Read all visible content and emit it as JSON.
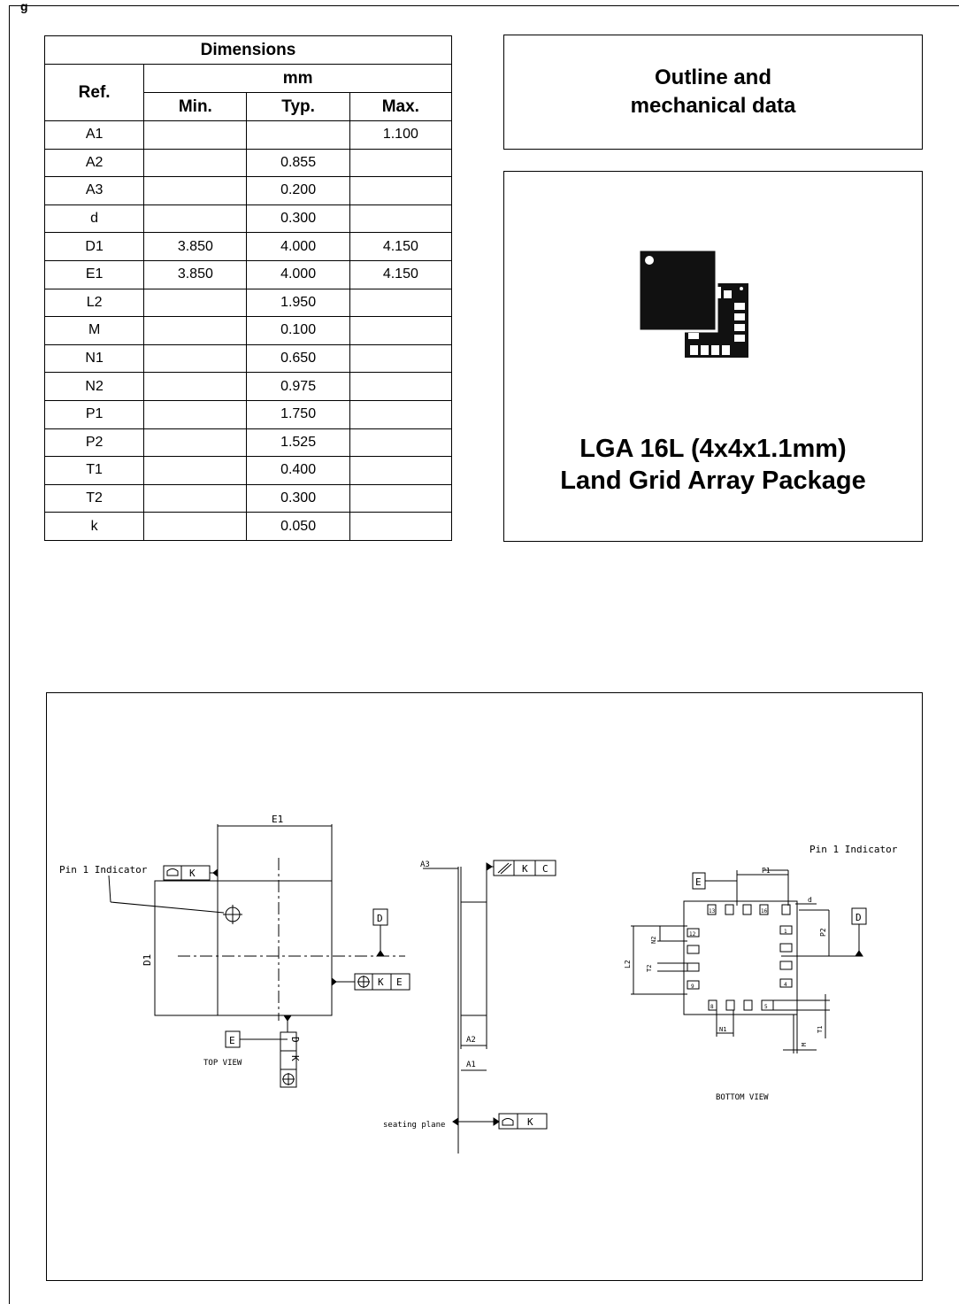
{
  "figure_title": "g",
  "table": {
    "header": "Dimensions",
    "ref_label": "Ref.",
    "unit_label": "mm",
    "col_labels": [
      "Min.",
      "Typ.",
      "Max."
    ],
    "rows": [
      {
        "ref": "A1",
        "min": "",
        "typ": "",
        "max": "1.100"
      },
      {
        "ref": "A2",
        "min": "",
        "typ": "0.855",
        "max": ""
      },
      {
        "ref": "A3",
        "min": "",
        "typ": "0.200",
        "max": ""
      },
      {
        "ref": "d",
        "min": "",
        "typ": "0.300",
        "max": ""
      },
      {
        "ref": "D1",
        "min": "3.850",
        "typ": "4.000",
        "max": "4.150"
      },
      {
        "ref": "E1",
        "min": "3.850",
        "typ": "4.000",
        "max": "4.150"
      },
      {
        "ref": "L2",
        "min": "",
        "typ": "1.950",
        "max": ""
      },
      {
        "ref": "M",
        "min": "",
        "typ": "0.100",
        "max": ""
      },
      {
        "ref": "N1",
        "min": "",
        "typ": "0.650",
        "max": ""
      },
      {
        "ref": "N2",
        "min": "",
        "typ": "0.975",
        "max": ""
      },
      {
        "ref": "P1",
        "min": "",
        "typ": "1.750",
        "max": ""
      },
      {
        "ref": "P2",
        "min": "",
        "typ": "1.525",
        "max": ""
      },
      {
        "ref": "T1",
        "min": "",
        "typ": "0.400",
        "max": ""
      },
      {
        "ref": "T2",
        "min": "",
        "typ": "0.300",
        "max": ""
      },
      {
        "ref": "k",
        "min": "",
        "typ": "0.050",
        "max": ""
      }
    ]
  },
  "outline": {
    "line1": "Outline and",
    "line2": "mechanical data"
  },
  "package": {
    "line1": "LGA 16L (4x4x1.1mm)",
    "line2": "Land Grid Array Package",
    "icon": "lga-package-icon"
  },
  "drawing": {
    "pin1_indicator": "Pin 1 Indicator",
    "pin1_indicator_right": "Pin 1 Indicator",
    "top_view": "TOP VIEW",
    "bottom_view": "BOTTOM VIEW",
    "seating_plane": "seating plane",
    "labels": {
      "E1": "E1",
      "D1": "D1",
      "A3": "A3",
      "A2": "A2",
      "A1": "A1",
      "P1": "P1",
      "P2": "P2",
      "d": "d",
      "L2": "L2",
      "N2": "N2",
      "T2": "T2",
      "N1": "N1",
      "T1": "T1",
      "M": "M",
      "D": "D",
      "E": "E",
      "K": "K",
      "C": "C",
      "pad_1": "1",
      "pad_4": "4",
      "pad_5": "5",
      "pad_8": "8",
      "pad_9": "9",
      "pad_12": "12",
      "pad_13": "13",
      "pad_16": "16"
    }
  }
}
